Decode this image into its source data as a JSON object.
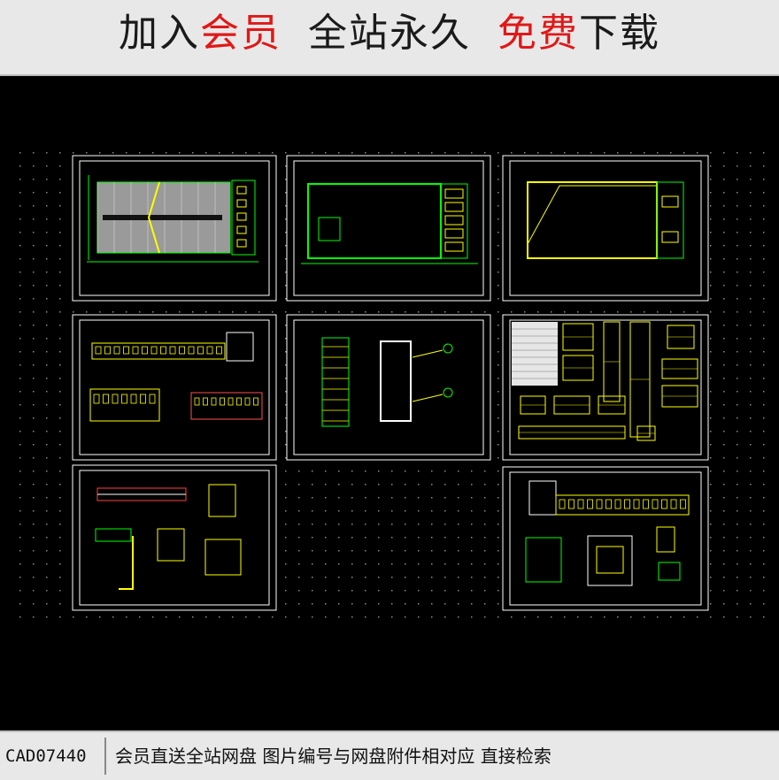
{
  "banner": {
    "parts": [
      {
        "text": "加入",
        "color": "#1a1a1a"
      },
      {
        "text": "会员",
        "color": "#e01818"
      },
      {
        "text": "全站永久",
        "color": "#1a1a1a"
      },
      {
        "text": "免费",
        "color": "#e01818"
      },
      {
        "text": "下载",
        "color": "#1a1a1a"
      }
    ]
  },
  "footer": {
    "code": "CAD07440",
    "caption": "会员直送全站网盘  图片编号与网盘附件相对应  直接检索"
  },
  "colors": {
    "cad_background": "#000000",
    "sheet_border": "#ffffff",
    "line_green": "#00ff00",
    "line_yellow": "#ffff00",
    "grid_dot": "#8a8a8a"
  }
}
